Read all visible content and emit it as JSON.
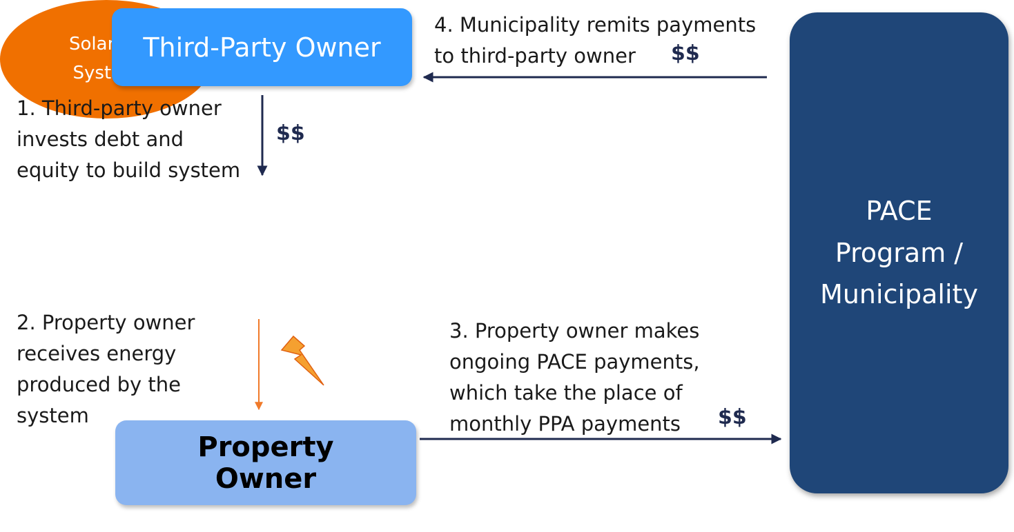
{
  "nodes": {
    "third_party_owner": "Third-Party Owner",
    "solar_pv": {
      "line1": "Solar PV",
      "line2": "System"
    },
    "property_owner": {
      "line1": "Property",
      "line2": "Owner"
    },
    "pace": {
      "line1": "PACE",
      "line2": "Program /",
      "line3": "Municipality"
    }
  },
  "steps": {
    "step1": [
      "1. Third-party owner",
      "invests debt and",
      "equity to build system"
    ],
    "step2": [
      "2. Property owner",
      "receives energy",
      "produced by the",
      "system"
    ],
    "step3": [
      "3. Property owner makes",
      "ongoing PACE payments,",
      "which take the place of",
      "monthly PPA payments"
    ],
    "step4": [
      "4. Municipality remits payments",
      "to third-party owner"
    ]
  },
  "money_label": "$$",
  "icons": {
    "energy": "lightning-bolt-icon"
  },
  "colors": {
    "third_party_box": "#3399ff",
    "property_owner_box": "#8ab4f0",
    "pace_box": "#1f4678",
    "solar_ellipse": "#f07000",
    "money_arrows": "#1f2a4f",
    "energy_arrow": "#f07a2a"
  }
}
